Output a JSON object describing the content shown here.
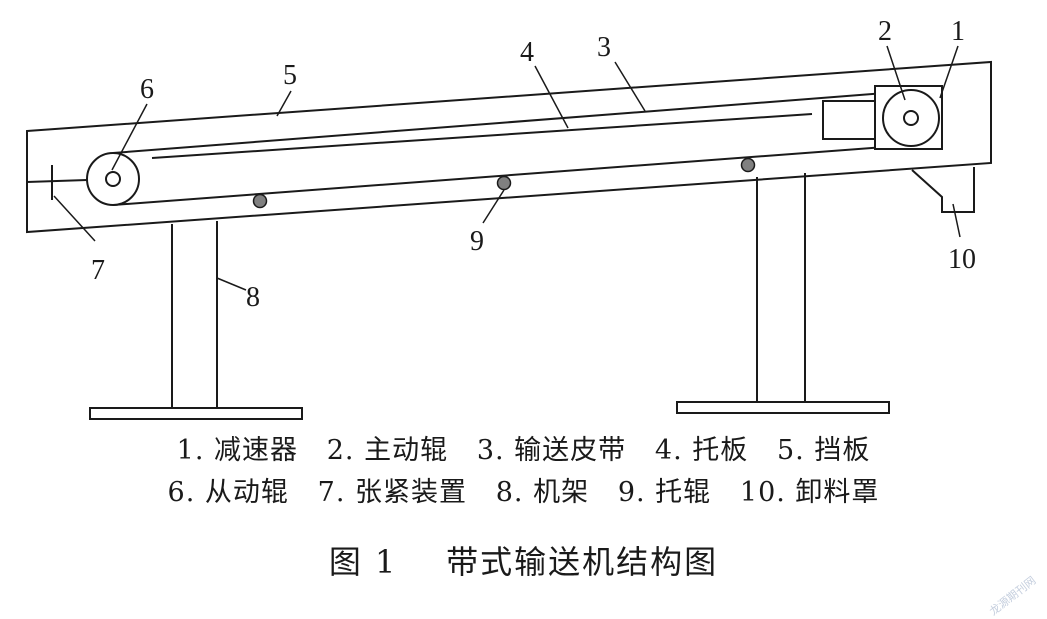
{
  "labels": {
    "n1": "1",
    "n2": "2",
    "n3": "3",
    "n4": "4",
    "n5": "5",
    "n6": "6",
    "n7": "7",
    "n8": "8",
    "n9": "9",
    "n10": "10"
  },
  "legend": {
    "line1": "1. 减速器   2. 主动辊   3. 输送皮带   4. 托板   5. 挡板",
    "line2": "6. 从动辊   7. 张紧装置   8. 机架   9. 托辊   10. 卸料罩"
  },
  "caption": "图 1    带式输送机结构图",
  "watermark": "龙源期刊网",
  "colors": {
    "line": "#1a1a1a",
    "roller_fill": "#808080",
    "background": "#ffffff"
  }
}
